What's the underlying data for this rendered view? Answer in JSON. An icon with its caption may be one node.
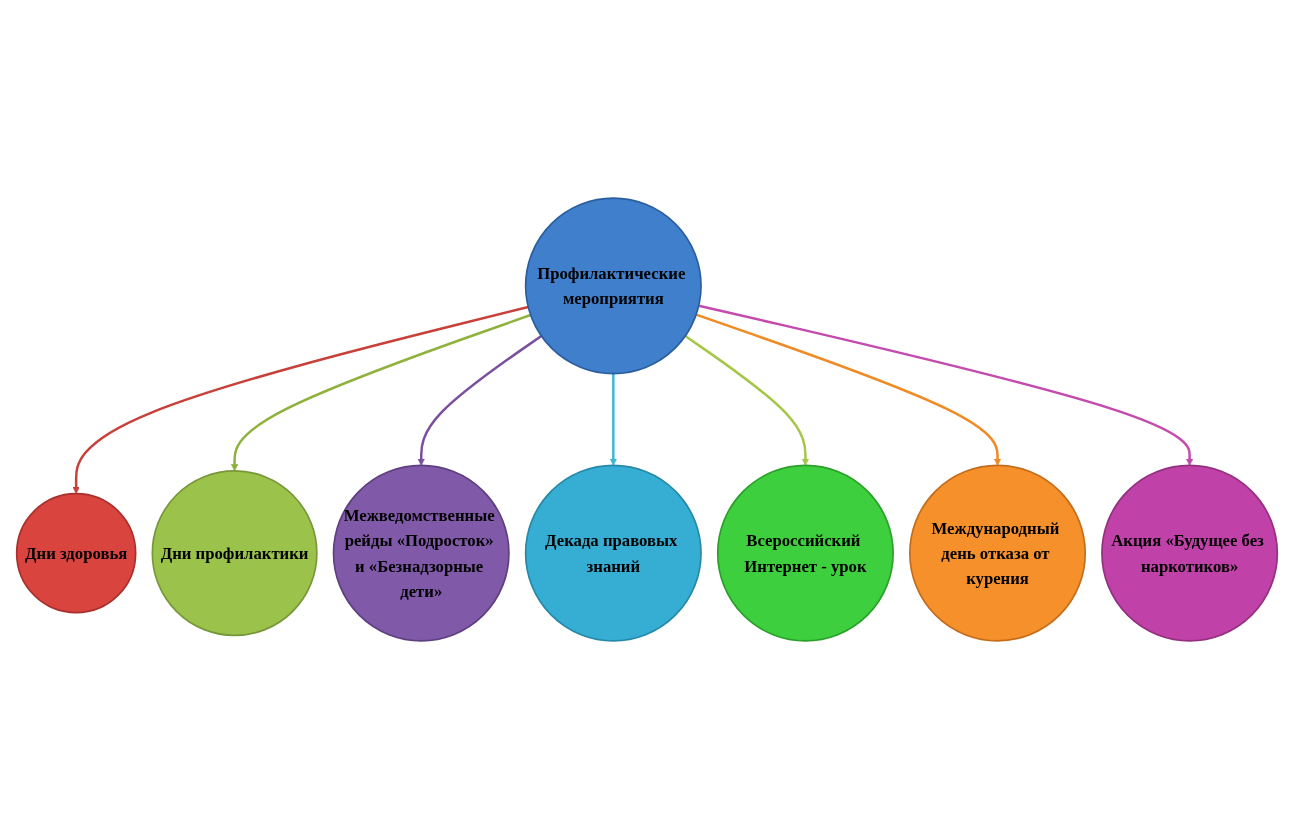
{
  "diagram": {
    "nodes": [
      {
        "text": [
          "Профилактические мероприятия"
        ]
      },
      {
        "text": [
          "Дни здоровья"
        ]
      },
      {
        "text": [
          "Дни профилактики"
        ]
      },
      {
        "text": [
          "Межведомственные рейды «Подросток» и «Безнадзорные дети»"
        ]
      },
      {
        "text": [
          "Декада правовых знаний"
        ]
      },
      {
        "text": [
          "Всероссийский Интернет - урок"
        ]
      },
      {
        "text": [
          "Международный день отказа от курения"
        ]
      },
      {
        "text": [
          "Акция «Будущее без наркотиков»"
        ]
      }
    ],
    "edges": [
      {
        "from": 0,
        "to": 1,
        "arrow": "to",
        "color": "#c8403a"
      },
      {
        "from": 0,
        "to": 2,
        "arrow": "to",
        "color": "#8fb23e"
      },
      {
        "from": 0,
        "to": 3,
        "arrow": "to",
        "color": "#7b4f9e"
      },
      {
        "from": 0,
        "to": 4,
        "arrow": "to",
        "color": "#3fb6d6"
      },
      {
        "from": 0,
        "to": 5,
        "arrow": "to",
        "color": "#a6c64a"
      },
      {
        "from": 0,
        "to": 6,
        "arrow": "to",
        "color": "#f08a24"
      },
      {
        "from": 0,
        "to": 7,
        "arrow": "to",
        "color": "#c44aad"
      }
    ]
  }
}
